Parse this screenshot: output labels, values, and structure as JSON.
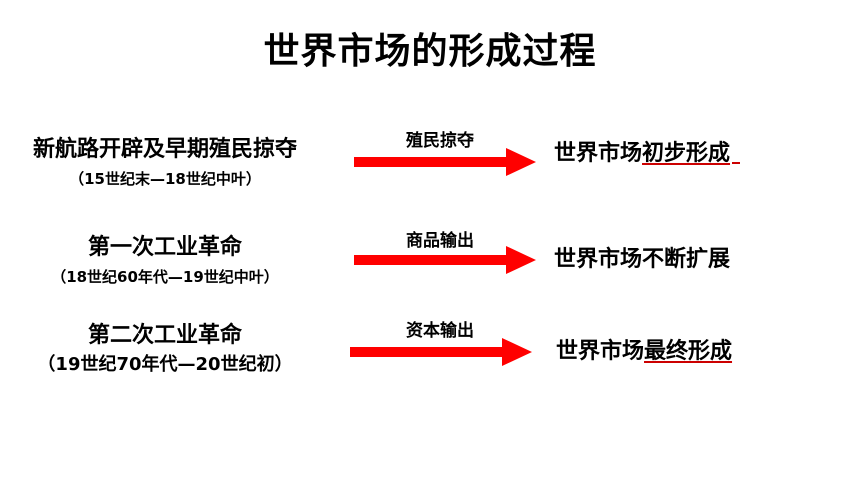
{
  "title": "世界市场的形成过程",
  "accent_color": "#ff0000",
  "rows": [
    {
      "stage_name": "新航路开辟及早期殖民掠夺",
      "period": "（15世纪末—18世纪中叶）",
      "arrow_label": "殖民掠夺",
      "result_prefix": "世界市场",
      "result_underlined": "初步形成",
      "result_plain": ""
    },
    {
      "stage_name": "第一次工业革命",
      "period": "（18世纪60年代—19世纪中叶）",
      "arrow_label": "商品输出",
      "result_prefix": "世界市场不断扩展",
      "result_underlined": "",
      "result_plain": ""
    },
    {
      "stage_name": "第二次工业革命",
      "period": "（19世纪70年代—20世纪初）",
      "arrow_label": "资本输出",
      "result_prefix": "世界市场",
      "result_underlined": "最终形成",
      "result_plain": ""
    }
  ]
}
